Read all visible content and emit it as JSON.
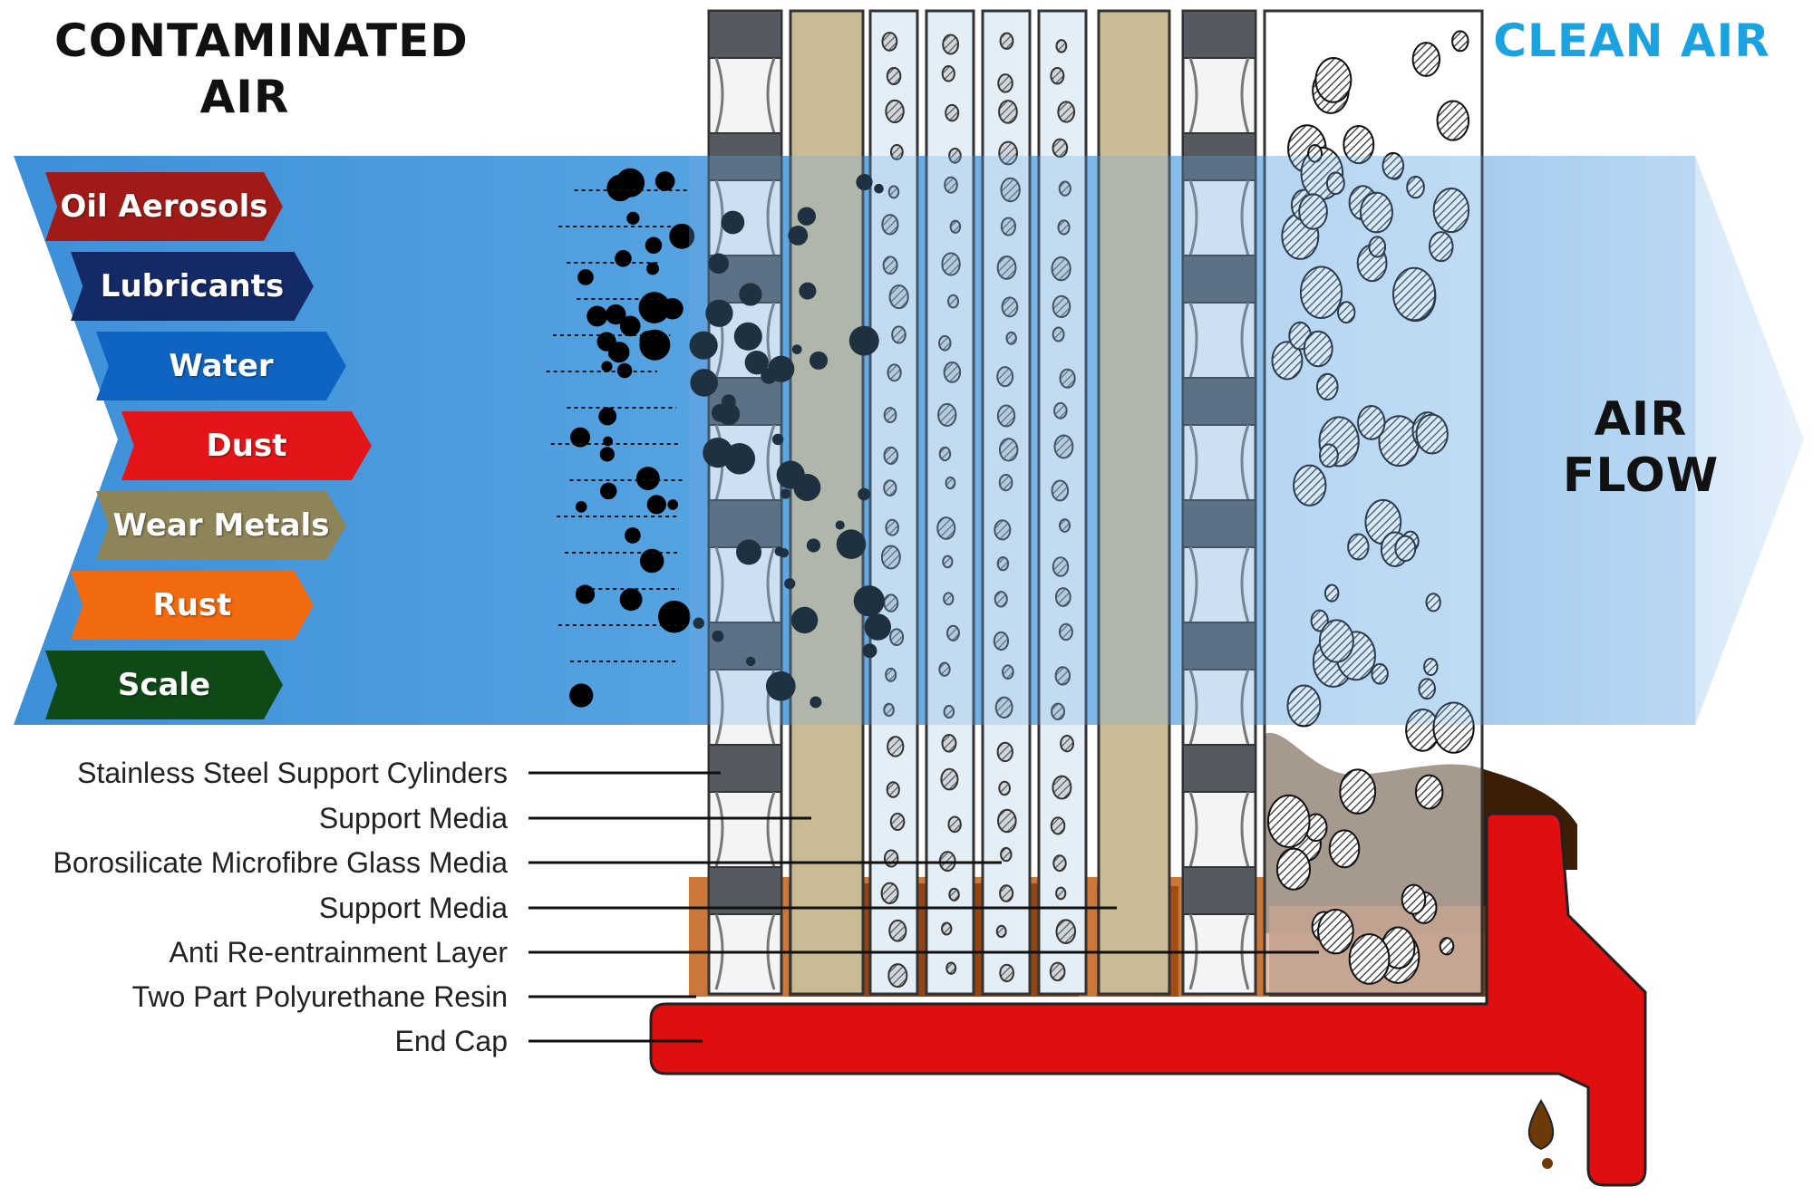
{
  "titles": {
    "contaminated": "CONTAMINATED\nAIR",
    "clean": "CLEAN AIR",
    "airflow": "AIR\nFLOW"
  },
  "contaminants": [
    {
      "label": "Oil Aerosols",
      "color": "#a01b17"
    },
    {
      "label": "Lubricants",
      "color": "#142a66"
    },
    {
      "label": "Water",
      "color": "#0f64c2"
    },
    {
      "label": "Dust",
      "color": "#e41518"
    },
    {
      "label": "Wear Metals",
      "color": "#8e8459"
    },
    {
      "label": "Rust",
      "color": "#f26a10"
    },
    {
      "label": "Scale",
      "color": "#0f4a16"
    }
  ],
  "layers": [
    {
      "label": "Stainless Steel Support Cylinders"
    },
    {
      "label": "Support Media"
    },
    {
      "label": "Borosilicate Microfibre Glass Media"
    },
    {
      "label": "Support Media"
    },
    {
      "label": "Anti Re-entrainment Layer"
    },
    {
      "label": "Two Part Polyurethane Resin"
    },
    {
      "label": "End Cap"
    }
  ],
  "colors": {
    "arrow_blue": "#3f93da",
    "end_cap_red": "#e00f0f",
    "resin_brown": "#c9773a",
    "oil_dark": "#3b1e05",
    "support_media_tan": "#c9bb94",
    "cylinder_grey": "#555a60",
    "glass_media": "#e3eef6"
  }
}
